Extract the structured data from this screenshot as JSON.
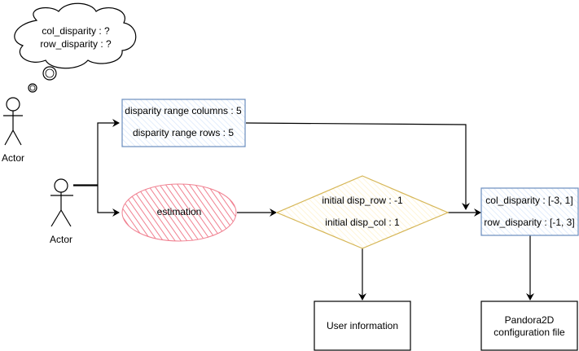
{
  "thought_cloud": {
    "line1": "col_disparity : ?",
    "line2": "row_disparity : ?"
  },
  "actors": {
    "top_label": "Actor",
    "main_label": "Actor"
  },
  "disparity_range_box": {
    "line1": "disparity range columns : 5",
    "line2": "disparity range rows : 5",
    "stroke_color": "#6c8ebf",
    "fill_color": "#dae8fc"
  },
  "estimation": {
    "label": "estimation",
    "color": "#f08090"
  },
  "decision": {
    "line1": "initial disp_row : -1",
    "line2": "initial disp_col : 1",
    "stroke_color": "#d6b656",
    "fill_color": "#fff2cc"
  },
  "user_info": {
    "label": "User information"
  },
  "result_box": {
    "line1": "col_disparity : [-3, 1]",
    "line2": "row_disparity : [-1, 3]"
  },
  "config_file": {
    "line1": "Pandora2D",
    "line2": "configuration file"
  }
}
